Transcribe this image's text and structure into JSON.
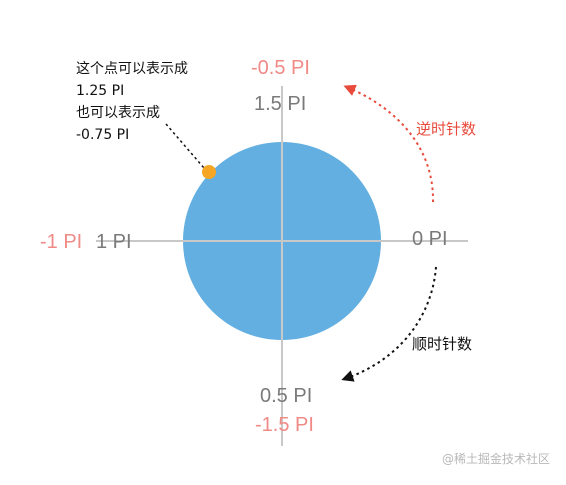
{
  "annotation": {
    "lines": [
      "这个点可以表示成",
      "1.25 PI",
      "也可以表示成",
      "-0.75 PI"
    ]
  },
  "angle_labels": {
    "top_negative": "-0.5 PI",
    "top_positive": "1.5 PI",
    "left_negative": "-1 PI",
    "left_positive": "1 PI",
    "right_zero": "0 PI",
    "bottom_positive": "0.5 PI",
    "bottom_negative": "-1.5 PI"
  },
  "direction_labels": {
    "counterclockwise": "逆时针数",
    "clockwise": "顺时针数"
  },
  "watermark": "@稀土掘金技术社区",
  "colors": {
    "circle": "#64afe1",
    "axis": "#c8c8c8",
    "point": "#f5a623",
    "negative_label": "#f08a86",
    "positive_label": "#7a7a7a",
    "counterclockwise_arrow": "#e84b3c",
    "clockwise_arrow": "#111111"
  }
}
